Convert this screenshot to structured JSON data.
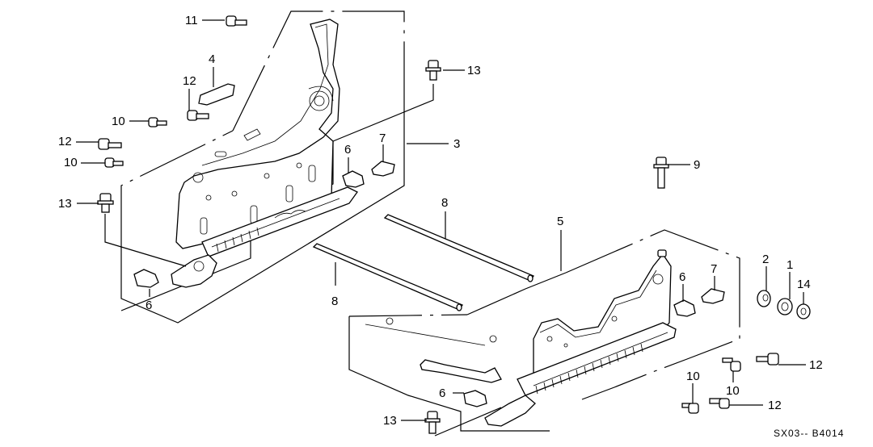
{
  "diagram": {
    "title": "Seat Slide / Recliner Assembly Parts Diagram",
    "part_code": "SX03-- B4014",
    "callouts": [
      {
        "id": "c11",
        "number": "11",
        "part": "bolt"
      },
      {
        "id": "c4",
        "number": "4",
        "part": "cover"
      },
      {
        "id": "c12a",
        "number": "12",
        "part": "bolt"
      },
      {
        "id": "c10a",
        "number": "10",
        "part": "bolt"
      },
      {
        "id": "c12b",
        "number": "12",
        "part": "bolt"
      },
      {
        "id": "c10b",
        "number": "10",
        "part": "bolt"
      },
      {
        "id": "c13a",
        "number": "13",
        "part": "bolt"
      },
      {
        "id": "c6a",
        "number": "6",
        "part": "clip"
      },
      {
        "id": "c13b",
        "number": "13",
        "part": "bolt"
      },
      {
        "id": "c3",
        "number": "3",
        "part": "seat-adjuster-left"
      },
      {
        "id": "c6b",
        "number": "6",
        "part": "clip"
      },
      {
        "id": "c7a",
        "number": "7",
        "part": "clip"
      },
      {
        "id": "c9",
        "number": "9",
        "part": "bolt"
      },
      {
        "id": "c8a",
        "number": "8",
        "part": "rod"
      },
      {
        "id": "c8b",
        "number": "8",
        "part": "rod"
      },
      {
        "id": "c5",
        "number": "5",
        "part": "seat-adjuster-right"
      },
      {
        "id": "c6c",
        "number": "6",
        "part": "clip"
      },
      {
        "id": "c7b",
        "number": "7",
        "part": "clip"
      },
      {
        "id": "c2",
        "number": "2",
        "part": "bushing"
      },
      {
        "id": "c1",
        "number": "1",
        "part": "washer"
      },
      {
        "id": "c14",
        "number": "14",
        "part": "nut"
      },
      {
        "id": "c12c",
        "number": "12",
        "part": "bolt"
      },
      {
        "id": "c10c",
        "number": "10",
        "part": "bolt"
      },
      {
        "id": "c10d",
        "number": "10",
        "part": "bolt"
      },
      {
        "id": "c12d",
        "number": "12",
        "part": "bolt"
      },
      {
        "id": "c6d",
        "number": "6",
        "part": "clip"
      },
      {
        "id": "c13c",
        "number": "13",
        "part": "bolt"
      }
    ]
  }
}
